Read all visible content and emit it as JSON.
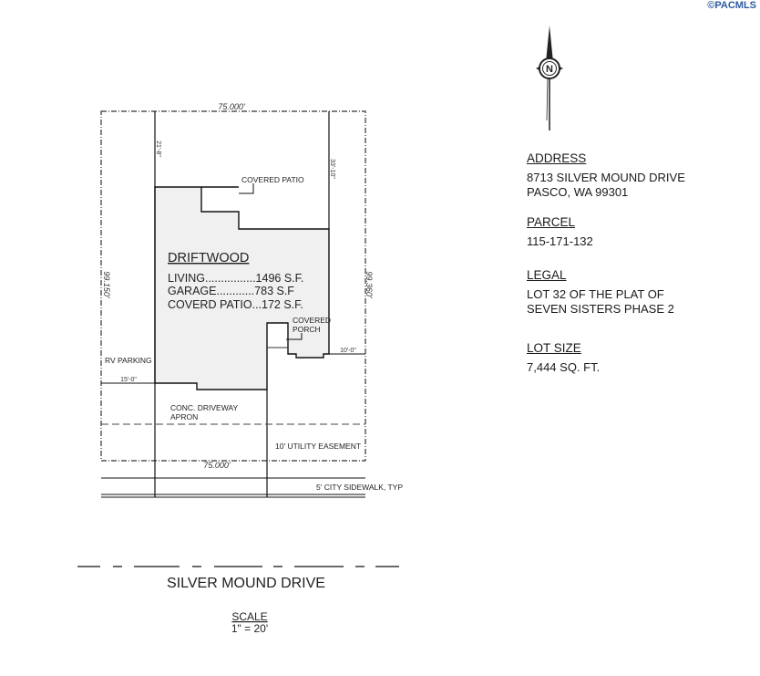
{
  "watermark": "©PACMLS",
  "north_label": "N",
  "plan": {
    "top_dim": "75.000'",
    "bottom_dim": "75.000'",
    "left_dim": "99.150'",
    "right_dim": "99.360'",
    "rear_setback_left": "21'-8\"",
    "rear_setback_right": "33'-10\"",
    "covered_patio": "COVERED PATIO",
    "model": "DRIFTWOOD",
    "living": "LIVING................1496 S.F.",
    "garage": "GARAGE............783 S.F",
    "patio_area": "COVERD PATIO...172 S.F.",
    "covered_porch_1": "COVERED",
    "covered_porch_2": "PORCH",
    "side_setback": "10'-0\"",
    "rv_parking": "RV PARKING",
    "rv_dim": "15'-0\"",
    "driveway_1": "CONC. DRIVEWAY",
    "driveway_2": "APRON",
    "easement": "10' UTILITY EASEMENT",
    "sidewalk": "5' CITY SIDEWALK, TYP",
    "street": "SILVER MOUND DRIVE",
    "scale_label": "SCALE",
    "scale_value": "1\" = 20'"
  },
  "info": {
    "address_h": "ADDRESS",
    "address_1": "8713 SILVER MOUND DRIVE",
    "address_2": "PASCO, WA 99301",
    "parcel_h": "PARCEL",
    "parcel": "115-171-132",
    "legal_h": "LEGAL",
    "legal_1": "LOT 32 OF THE PLAT OF",
    "legal_2": "SEVEN SISTERS PHASE 2",
    "lot_h": "LOT SIZE",
    "lot": "7,444 SQ. FT."
  }
}
